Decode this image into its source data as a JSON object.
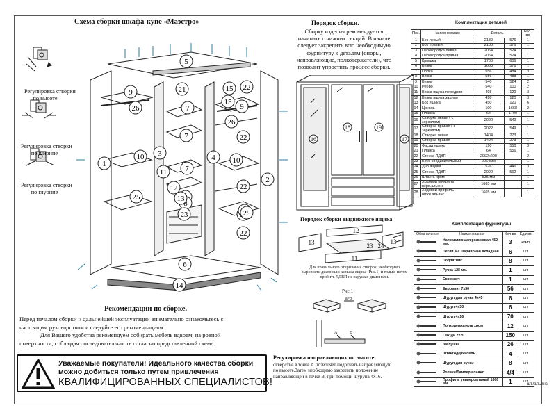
{
  "scheme_title": "Схема сборки шкафа-купе «Маэстро»",
  "adjust": {
    "height": [
      "Регулировка створки",
      "по высоте"
    ],
    "width": [
      "Регулировка створки",
      "по ширине"
    ],
    "depth": [
      "Регулировка створки",
      "по глубине"
    ]
  },
  "part_numbers": [
    "1",
    "2",
    "3",
    "4",
    "5",
    "6",
    "7",
    "7",
    "7",
    "7",
    "8",
    "9",
    "9",
    "10",
    "10",
    "11",
    "12",
    "13",
    "14",
    "15",
    "15",
    "21",
    "22",
    "22",
    "22",
    "22",
    "22",
    "23",
    "25",
    "25",
    "25",
    "26",
    "26"
  ],
  "order": {
    "title": "Порядок сборки.",
    "lines": [
      "Сборку изделия рекомендуется",
      "начинать с нижних секций. В начале",
      "следует закрепить всю необходимую",
      "фурнитуру к деталям (опоры,",
      "направляющие, полкодержатели), что",
      "позволит упростить процесс сборки."
    ]
  },
  "drawer": {
    "title": "Порядок сборки выдвижного ящика",
    "note": [
      "Для правильного открывания створок, необходимо",
      "выровнять диагонали каркаса ящика (Рис.1) и только потом",
      "прибить ЛДВП не нарушая диагонали."
    ],
    "fig": "Рис.1",
    "labels": [
      "a",
      "b",
      "a=b"
    ]
  },
  "recommend": {
    "title": "Рекомендации по сборке.",
    "lines": [
      "Перед началом сборки и дальнейшей эксплуатации внимательно ознакомьтесь с",
      "настоящим руководством и следуйте его рекомендациям.",
      "Для Вашего удобства рекомендуем собирать мебель вдвоем, на ровной",
      "поверхности, соблюдая последовательность согласно представленной схеме."
    ]
  },
  "warning": {
    "line1": "Уважаемые покупатели! Идеального качества сборки",
    "line2": "можно добиться только путем привлечения",
    "line3": "КВАЛИФИЦИРОВАННЫХ СПЕЦИАЛИСТОВ!"
  },
  "guide": {
    "title": "Регулировка направляющих по высоте:",
    "lines": [
      "отверстие в точке А позволяет подогнать направляющую",
      "по высоте.Затем необходимо закрепить положение",
      "направляющей в точке В, при помощи шурупа 4x16."
    ],
    "labels": [
      "A",
      "B"
    ]
  },
  "parts_table": {
    "title": "Комплектация деталей",
    "headers": [
      "Поз.",
      "Наименование",
      "Деталь",
      "Кол-во"
    ],
    "rows": [
      [
        "1",
        "Бок левый",
        "2180",
        "576",
        "1"
      ],
      [
        "2",
        "Бок правый",
        "2180",
        "576",
        "1"
      ],
      [
        "3",
        "Перегородка левая",
        "2064",
        "524",
        "1"
      ],
      [
        "4",
        "Перегородка правая",
        "2064",
        "524",
        "1"
      ],
      [
        "5",
        "Крышка",
        "1700",
        "606",
        "1"
      ],
      [
        "6",
        "Вязка",
        "1668",
        "576",
        "1"
      ],
      [
        "7",
        "Полка",
        "556",
        "484",
        "3"
      ],
      [
        "8",
        "Вязка",
        "556",
        "488",
        "1"
      ],
      [
        "9",
        "Вязка",
        "540",
        "524",
        "2"
      ],
      [
        "10",
        "Ребро",
        "540",
        "100",
        "2"
      ],
      [
        "11",
        "Вязка ящика передняя",
        "498",
        "120",
        "3"
      ],
      [
        "12",
        "Вязка ящика задняя",
        "498",
        "120",
        "3"
      ],
      [
        "13",
        "Бок ящика",
        "450",
        "120",
        "6"
      ],
      [
        "14",
        "Цоколь",
        "100",
        "1668",
        "2"
      ],
      [
        "15",
        "Планка",
        "64",
        "1700",
        "1"
      ],
      [
        "16",
        "Створка левая ( с зеркалом)",
        "2022",
        "549",
        "1"
      ],
      [
        "17",
        "Створка правая ( с зеркалом)",
        "2022",
        "549",
        "1"
      ],
      [
        "18",
        "Створка левая",
        "1404",
        "273",
        "1"
      ],
      [
        "19",
        "Створка правая",
        "1404",
        "273",
        "1"
      ],
      [
        "20",
        "Фасад ящика",
        "190",
        "550",
        "3"
      ],
      [
        "21",
        "Планка",
        "64",
        "556",
        "1"
      ],
      [
        "22",
        "Стенка ЛДВП",
        "2092x290",
        "",
        "2"
      ],
      [
        "23",
        "Брус соединительный",
        "2064мм",
        "",
        "1"
      ],
      [
        "24",
        "Дно ящика",
        "526",
        "446",
        "3"
      ],
      [
        "25",
        "Стенка ЛДВП",
        "2092",
        "562",
        "1"
      ],
      [
        "26",
        "Штанга хром",
        "535 мм",
        "",
        "1"
      ],
      [
        "27",
        "Ходовой профиль верх.альянс",
        "1665 мм",
        "",
        "1"
      ],
      [
        "28",
        "Ходовой профиль нижн.альянс",
        "1665 мм",
        "",
        "1"
      ]
    ]
  },
  "hardware_table": {
    "title": "Комплектация фурнитуры",
    "headers": [
      "Обозначение",
      "Наименование",
      "Кол-во",
      "Ед.изм."
    ],
    "rows": [
      [
        "Направляющая роликовая 450 мм.",
        "3",
        "комп."
      ],
      [
        "Петли 4-х шарнирная вкладная",
        "6",
        "шт."
      ],
      [
        "Подпятник",
        "8",
        "шт."
      ],
      [
        "Ручка 128 мм.",
        "1",
        "шт."
      ],
      [
        "Евроклеч",
        "1",
        "шт."
      ],
      [
        "Евровинт 7x50",
        "56",
        "шт."
      ],
      [
        "Шуруп для ручки 4x45",
        "6",
        "шт."
      ],
      [
        "Шуруп 4x30",
        "6",
        "шт."
      ],
      [
        "Шуруп 4x16",
        "70",
        "шт."
      ],
      [
        "Полкодержатель хром",
        "12",
        "шт."
      ],
      [
        "Гвозди 2x20",
        "150",
        "шт."
      ],
      [
        "Заглушка",
        "26",
        "шт."
      ],
      [
        "Штангодержатель",
        "4",
        "шт."
      ],
      [
        "Шуруп для ручки",
        "8",
        "шт."
      ],
      [
        "Ролики/Бампер альянс",
        "4/4",
        "шт."
      ],
      [
        "Профиль универсальный 1666 мм",
        "1",
        "шт."
      ]
    ],
    "footer": "шт./альянс"
  }
}
